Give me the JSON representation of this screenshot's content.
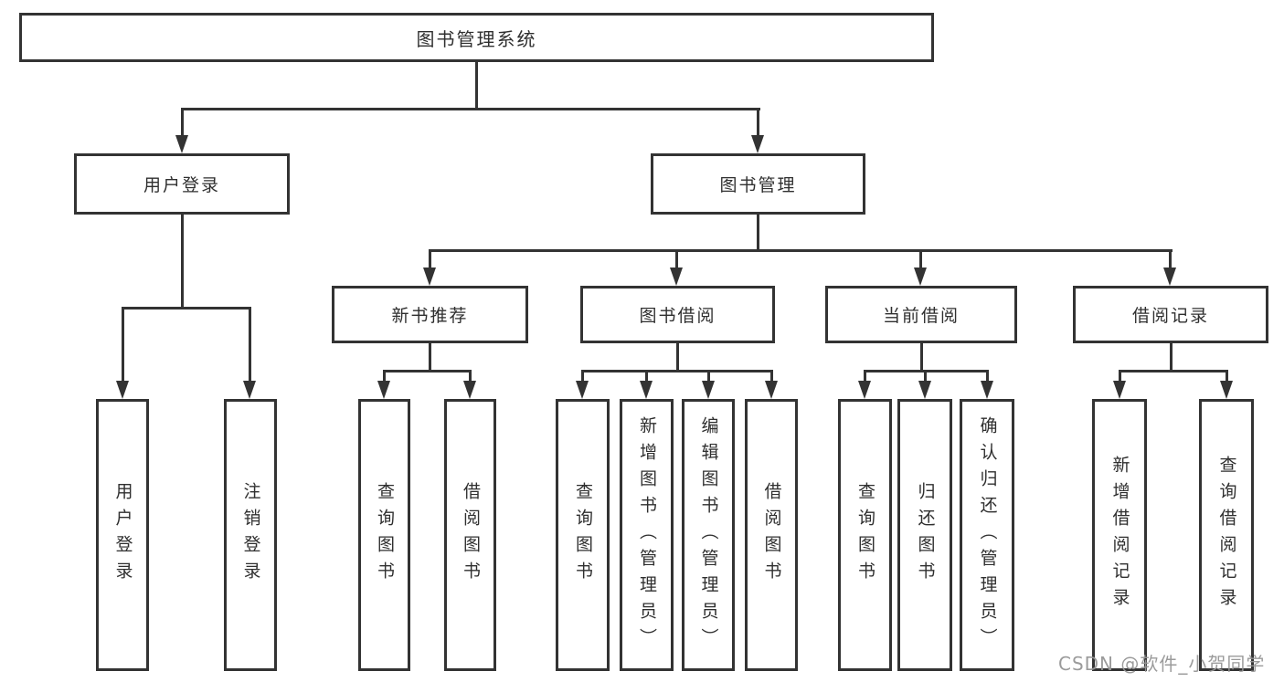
{
  "diagram": {
    "type": "hierarchy-tree",
    "tree": {
      "root": "图书管理系统",
      "branches": [
        {
          "label": "用户登录",
          "children": [
            "用户登录",
            "注销登录"
          ]
        },
        {
          "label": "图书管理",
          "children": [
            {
              "label": "新书推荐",
              "children": [
                "查询图书",
                "借阅图书"
              ]
            },
            {
              "label": "图书借阅",
              "children": [
                "查询图书",
                "新增图书（管理员）",
                "编辑图书（管理员）",
                "借阅图书"
              ]
            },
            {
              "label": "当前借阅",
              "children": [
                "查询图书",
                "归还图书",
                "确认归还（管理员）"
              ]
            },
            {
              "label": "借阅记录",
              "children": [
                "新增借阅记录",
                "查询借阅记录"
              ]
            }
          ]
        }
      ]
    },
    "colors": {
      "line": "#333333",
      "box_background": "#ffffff",
      "text": "#2f2f2f",
      "watermark": "#969696"
    },
    "watermark": {
      "text": "CSDN @软件_小贺同学"
    }
  }
}
